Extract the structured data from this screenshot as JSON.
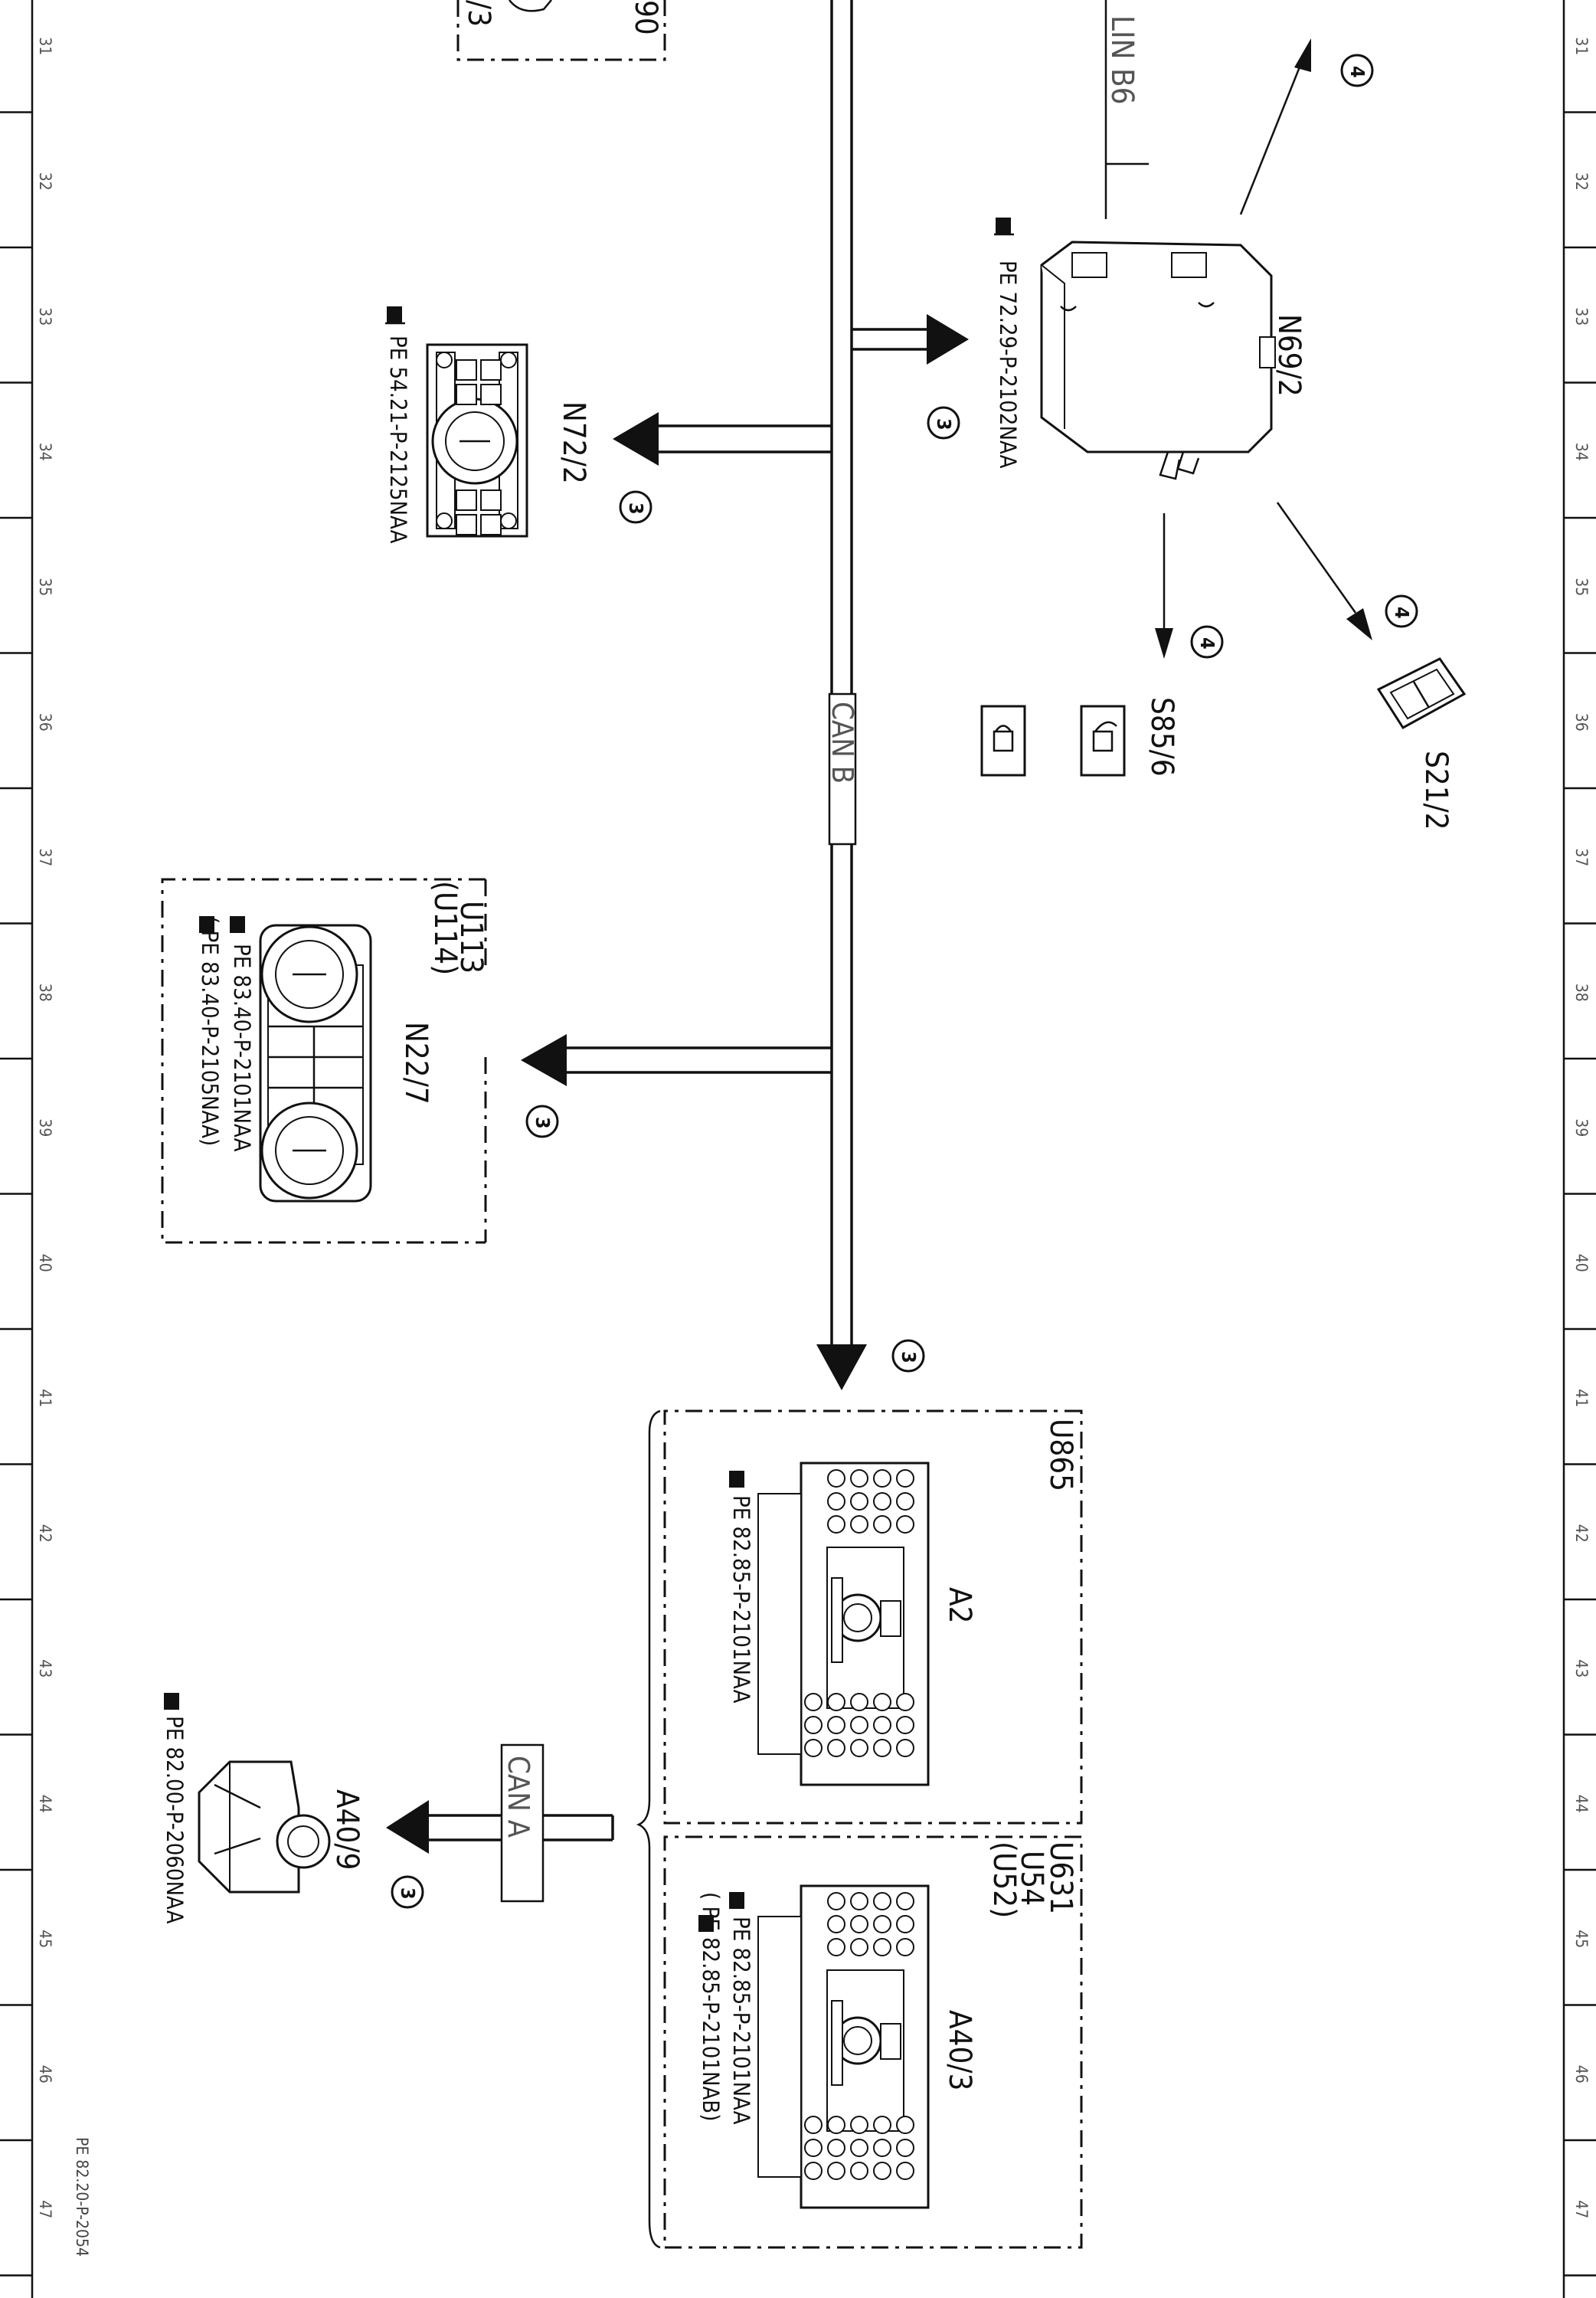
{
  "sheet_id": "PE 82.20-P-2054",
  "ruler": [
    "31",
    "32",
    "33",
    "34",
    "35",
    "36",
    "37",
    "38",
    "39",
    "40",
    "41",
    "42",
    "43",
    "44",
    "45",
    "46",
    "47"
  ],
  "buses": {
    "can_b": "CAN B",
    "can_a": "CAN A",
    "lin": "LIN B6"
  },
  "partial_labels": {
    "top_left_a": "90",
    "top_left_b": "/3"
  },
  "components": {
    "n69_2": {
      "label": "N69/2",
      "ref": "PE 72.29-P-2102NAA",
      "circle": "3"
    },
    "n72_2": {
      "label": "N72/2",
      "ref": "PE 54.21-P-2125NAA",
      "circle": "3"
    },
    "s85_6": {
      "label": "S85/6",
      "circle": "4"
    },
    "s21_2": {
      "label": "S21/2",
      "circle": "4"
    },
    "top_arrow": {
      "circle": "4"
    },
    "n22_7": {
      "label": "N22/7",
      "variant_a": "U113",
      "variant_b": "(U114)",
      "ref_a": "PE 83.40-P-2101NAA",
      "ref_b": "(     PE 83.40-P-2105NAA)",
      "circle": "3"
    },
    "a2": {
      "label": "A2",
      "variant": "U865",
      "ref": "PE 82.85-P-2101NAA",
      "circle": "3"
    },
    "a40_3": {
      "label": "A40/3",
      "variant_a": "U631",
      "variant_b": "U54",
      "variant_c": "(U52)",
      "ref_a": "PE 82.85-P-2101NAA",
      "ref_b": "(     PE 82.85-P-2101NAB)"
    },
    "a40_9": {
      "label": "A40/9",
      "ref": "PE 82.00-P-2060NAA",
      "circle": "3"
    }
  }
}
